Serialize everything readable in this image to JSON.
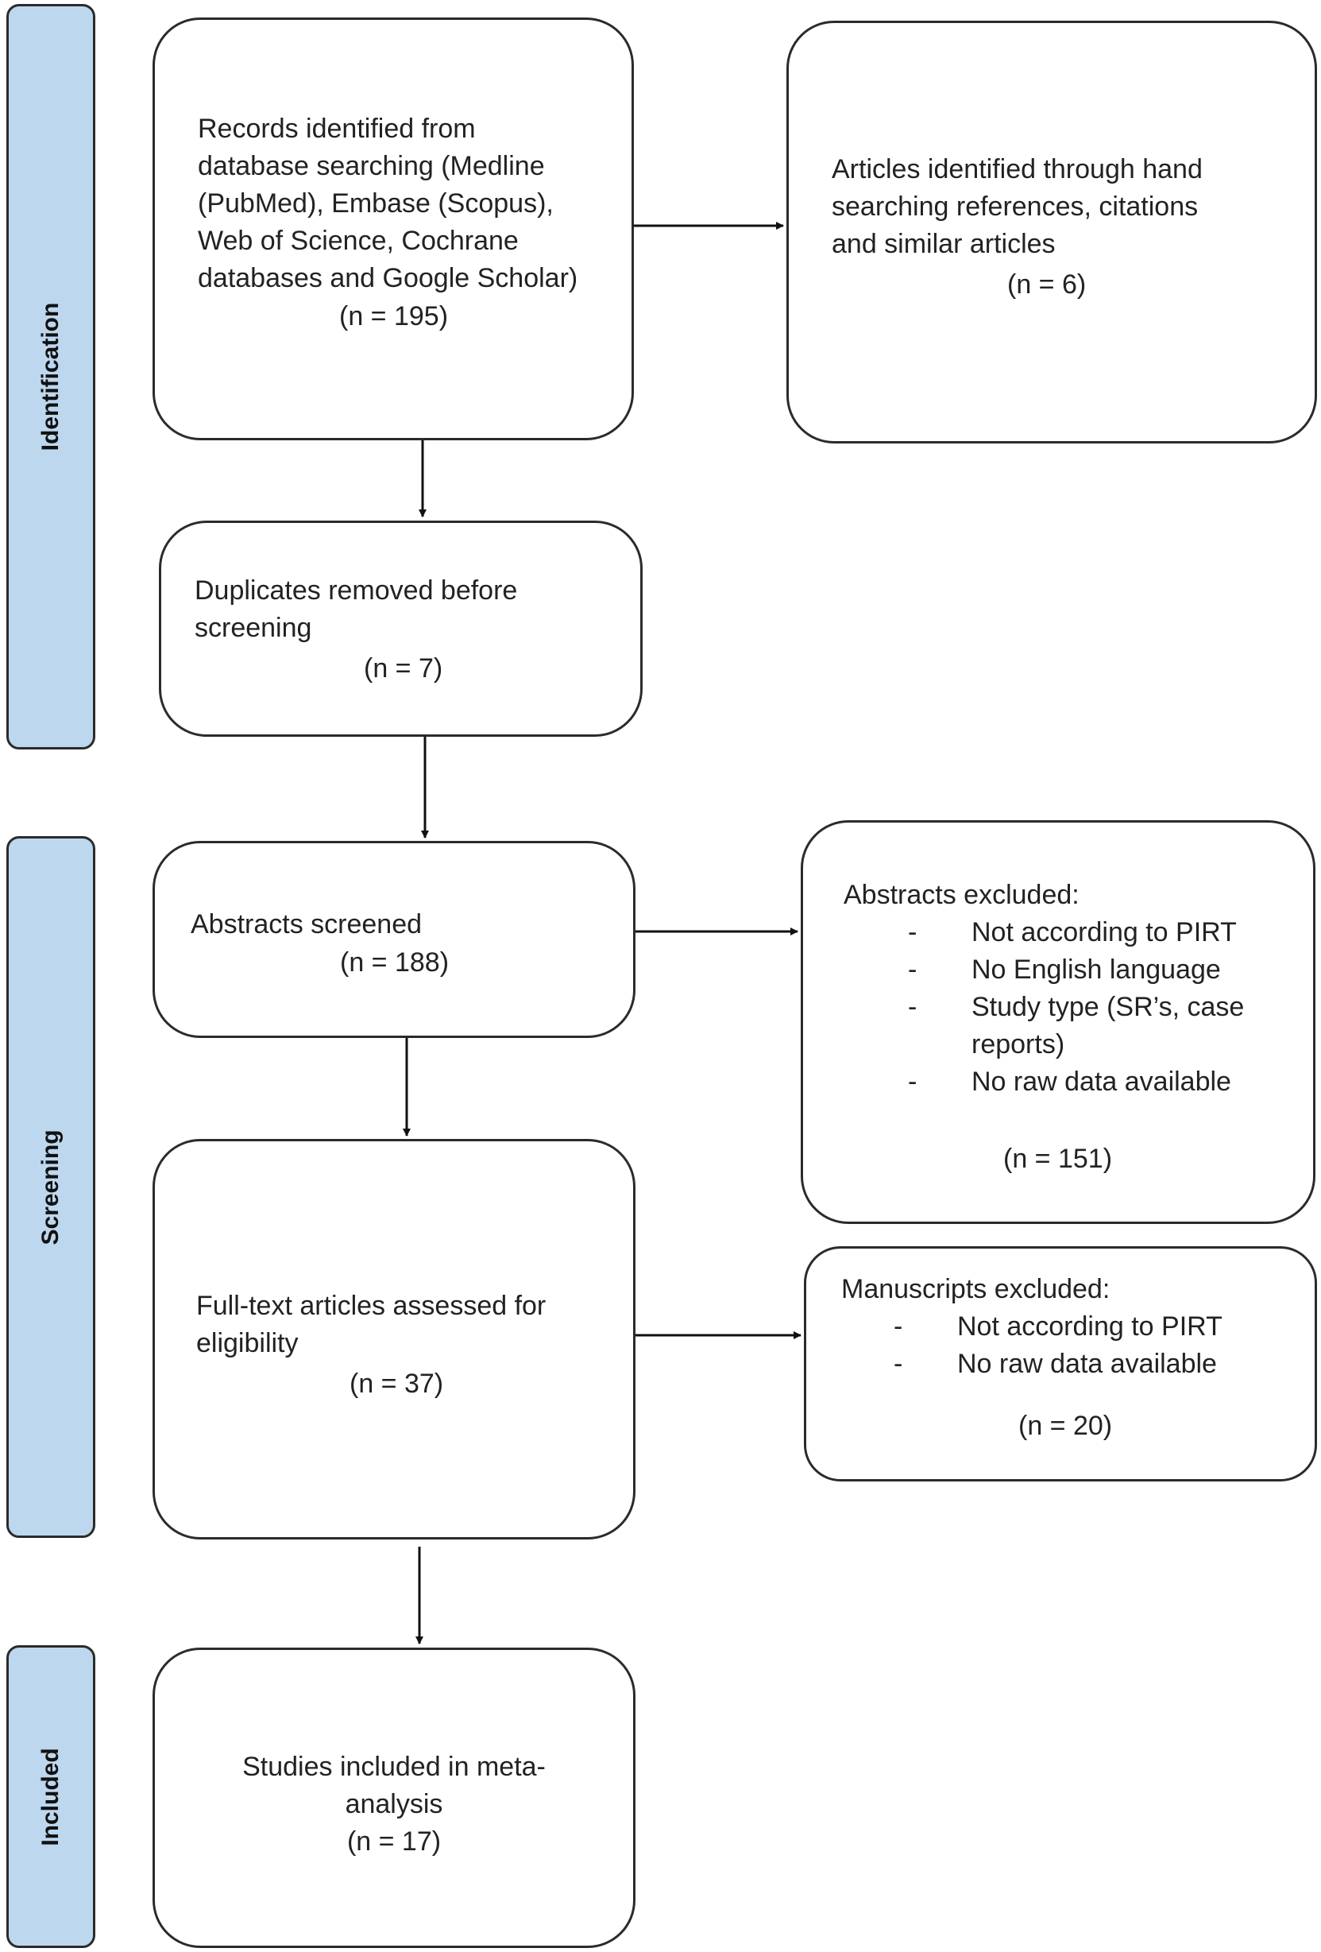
{
  "phases": {
    "identification": "Identification",
    "screening": "Screening",
    "included": "Included"
  },
  "records_identified": {
    "text": "Records identified from\ndatabase searching (Medline\n(PubMed), Embase (Scopus),\nWeb of Science, Cochrane\ndatabases and Google Scholar)",
    "count": "(n = 195)"
  },
  "hand_search": {
    "text": "Articles identified through hand\nsearching references, citations\nand similar articles",
    "count": "(n = 6)"
  },
  "duplicates": {
    "text": "Duplicates removed before\nscreening",
    "count": "(n = 7)"
  },
  "abstracts_screened": {
    "text": "Abstracts screened",
    "count": "(n = 188)"
  },
  "abstracts_excluded": {
    "title": "Abstracts excluded:",
    "items": [
      "Not according to PIRT",
      "No English language",
      "Study type (SR’s, case\nreports)",
      "No raw data available"
    ],
    "count": "(n = 151)"
  },
  "fulltext": {
    "text": "Full-text articles assessed for\neligibility",
    "count": "(n = 37)"
  },
  "manuscripts_excluded": {
    "title": "Manuscripts excluded:",
    "items": [
      "Not according to PIRT",
      "No raw data available"
    ],
    "count": "(n = 20)"
  },
  "included_studies": {
    "text": "Studies included in meta-\nanalysis",
    "count": "(n = 17)"
  }
}
